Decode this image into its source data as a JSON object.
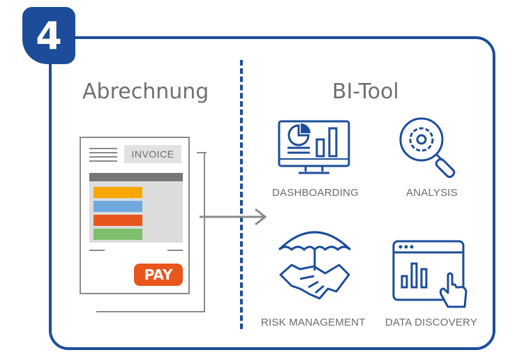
{
  "step": {
    "number": "4"
  },
  "left": {
    "title": "Abrechnung",
    "invoice": {
      "label": "INVOICE",
      "pay_label": "PAY"
    }
  },
  "right": {
    "title": "BI-Tool",
    "tools": [
      {
        "label": "DASHBOARDING",
        "icon": "dashboard-monitor-icon"
      },
      {
        "label": "ANALYSIS",
        "icon": "gear-magnifier-icon"
      },
      {
        "label": "RISK MANAGEMENT",
        "icon": "umbrella-handshake-icon"
      },
      {
        "label": "DATA DISCOVERY",
        "icon": "browser-chart-pointer-icon"
      }
    ]
  },
  "colors": {
    "brand_blue": "#1d4d9a",
    "gray": "#8a8a8a",
    "pay_orange": "#e8561c",
    "bar_yellow": "#f7a800",
    "bar_blue": "#6fa8dc",
    "bar_orange": "#e8561c",
    "bar_green": "#7dbf6a"
  }
}
